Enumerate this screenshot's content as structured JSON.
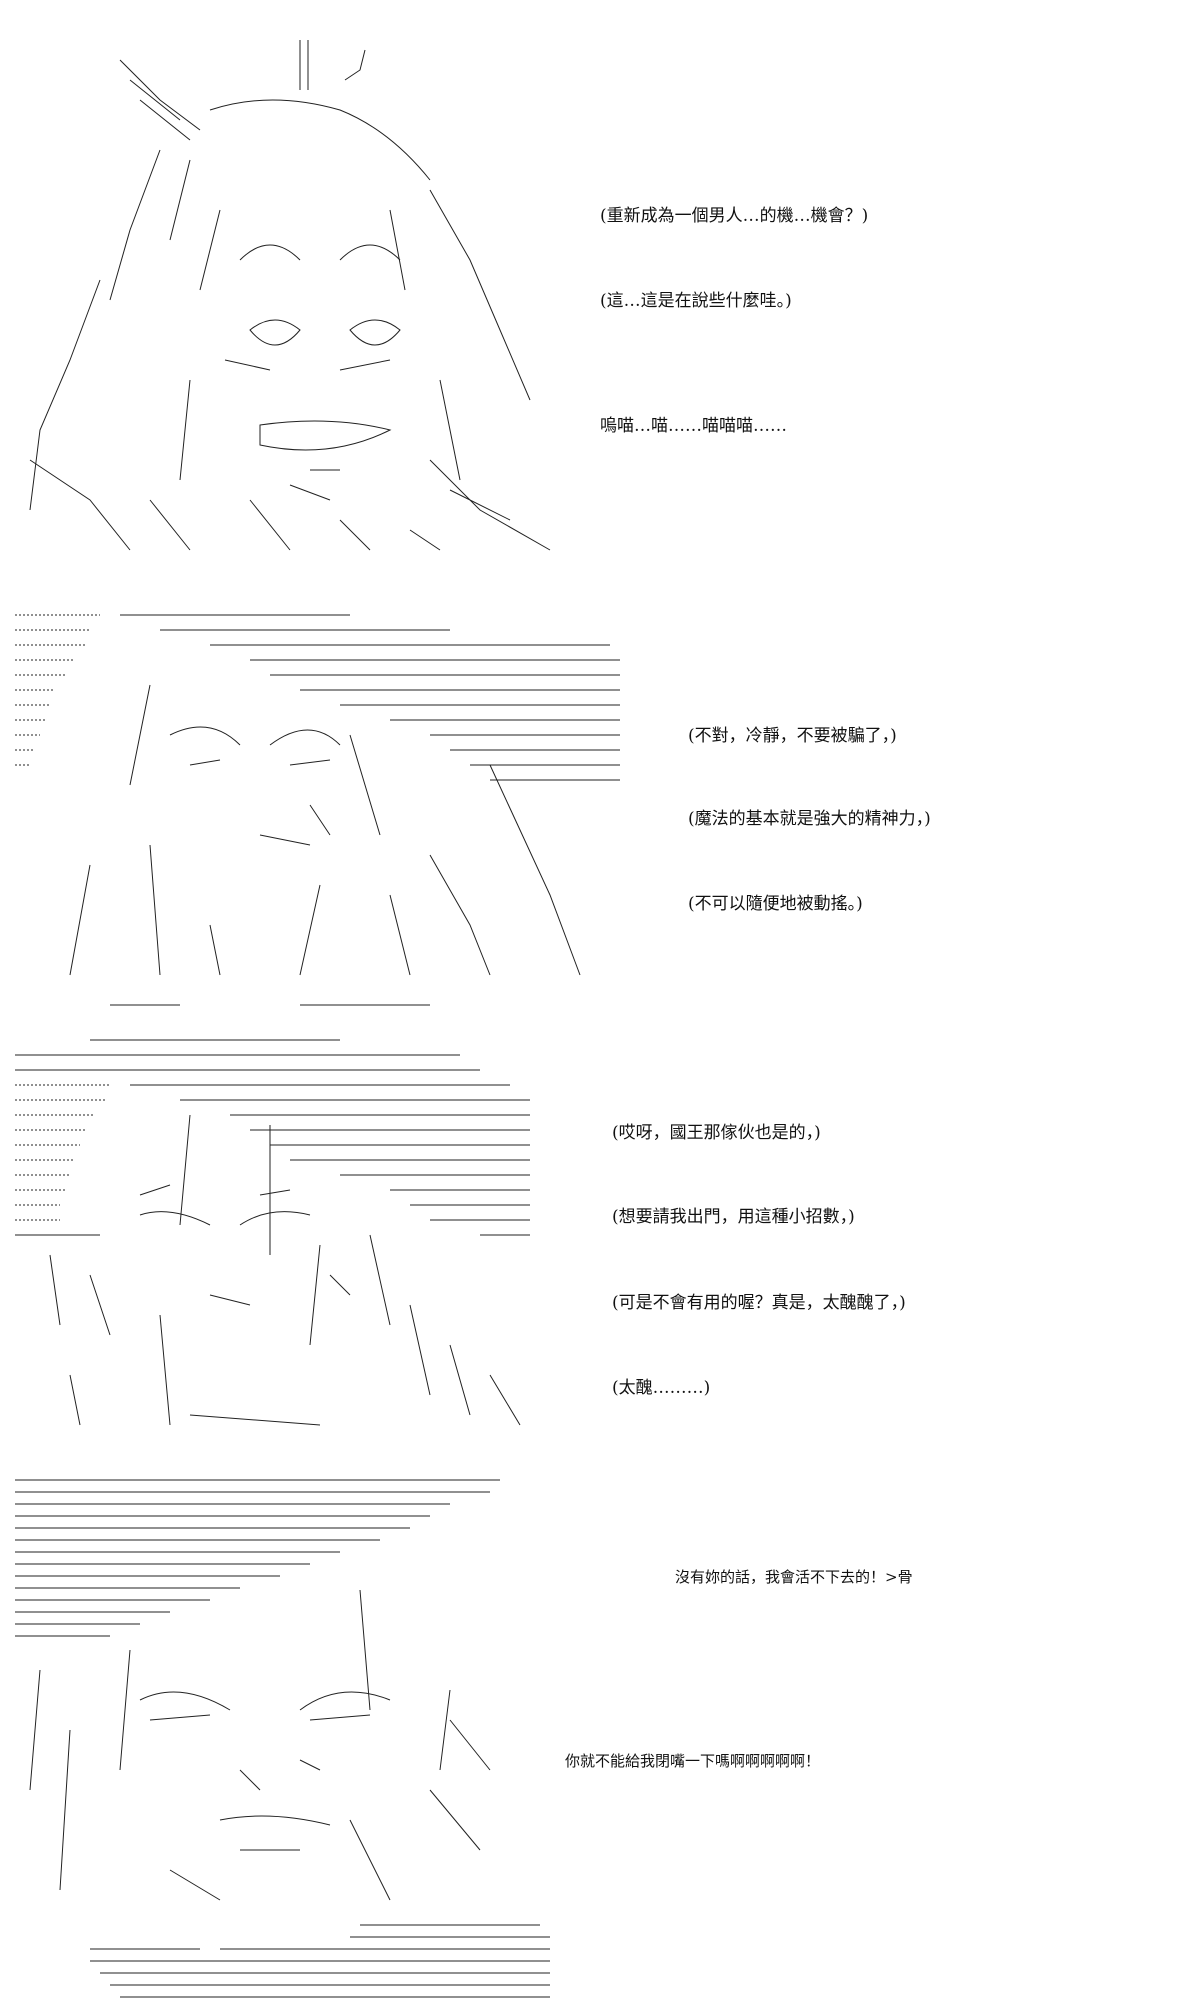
{
  "panels": [
    {
      "lines": [
        "(重新成為一個男人…的機…機會？)",
        "(這…這是在說些什麼哇。)",
        "嗚喵…喵……喵喵喵……"
      ]
    },
    {
      "lines": [
        "(不對，冷靜，不要被騙了，)",
        "(魔法的基本就是強大的精神力，)",
        "(不可以隨便地被動搖。)"
      ]
    },
    {
      "lines": [
        "(哎呀，國王那傢伙也是的，)",
        "(想要請我出門，用這種小招數，)",
        "(可是不會有用的喔？真是，太醜醜了，)",
        "(太醜………)"
      ]
    },
    {
      "lines": [
        "沒有妳的話，我會活不下去的！>骨",
        "你就不能給我閉嘴一下嗎啊啊啊啊啊！"
      ]
    }
  ]
}
